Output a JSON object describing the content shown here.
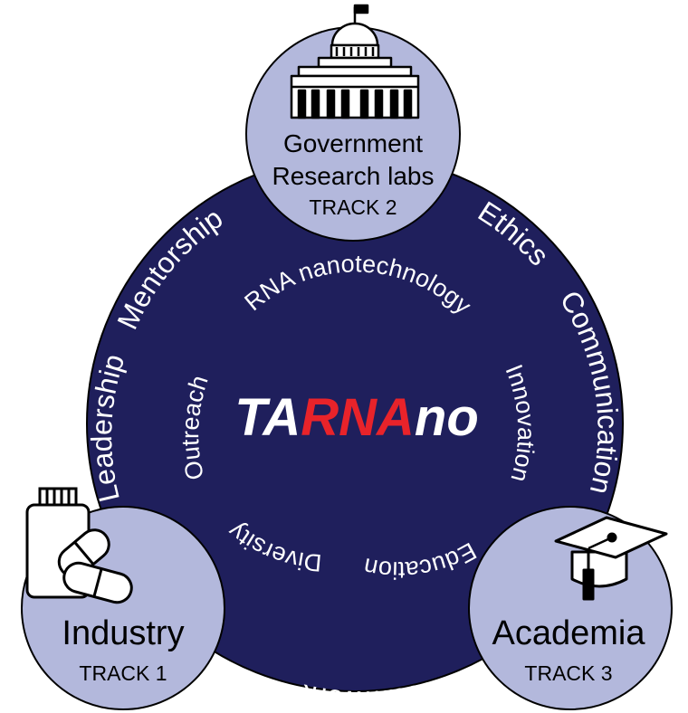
{
  "center_logo": {
    "part1": "TA",
    "part2": "RNA",
    "part3": "no"
  },
  "outer_ring": [
    {
      "label": "Mentorship"
    },
    {
      "label": "Ethics"
    },
    {
      "label": "Communication"
    },
    {
      "label": "Teamwork"
    },
    {
      "label": "Leadership"
    }
  ],
  "inner_ring": [
    {
      "label": "RNA nanotechnology"
    },
    {
      "label": "Innovation"
    },
    {
      "label": "Education"
    },
    {
      "label": "Diversity"
    },
    {
      "label": "Outreach"
    }
  ],
  "nodes": {
    "government": {
      "line1": "Government",
      "line2": "Research labs",
      "track": "TRACK 2",
      "icon": "capitol-building-icon"
    },
    "industry": {
      "title": "Industry",
      "track": "TRACK 1",
      "icon": "pill-bottle-icon"
    },
    "academia": {
      "title": "Academia",
      "track": "TRACK 3",
      "icon": "graduation-cap-icon"
    }
  },
  "colors": {
    "main_circle": "#1f1f5c",
    "node_fill": "#b3b8dc",
    "accent_red": "#e8232a",
    "text_white": "#ffffff",
    "outline": "#000000"
  }
}
